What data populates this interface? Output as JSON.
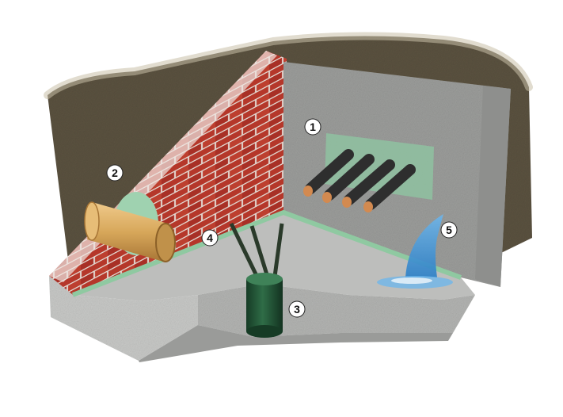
{
  "callouts": [
    {
      "number": "1",
      "target": "cable-penetration-seal"
    },
    {
      "number": "2",
      "target": "pipe-penetration-seal"
    },
    {
      "number": "3",
      "target": "floor-cable-gland"
    },
    {
      "number": "4",
      "target": "wall-floor-joint-seal"
    },
    {
      "number": "5",
      "target": "water-leak"
    }
  ],
  "colors": {
    "soil": "#5b5240",
    "brick": "#b5372a",
    "mortar": "#e7ddd6",
    "concrete": "#a9aaa8",
    "concrete_dark": "#8e8f8d",
    "floor": "#bdbebc",
    "seal_green": "#8fc9a1",
    "pipe": "#d7a75a",
    "cable": "#2e2e2e",
    "copper": "#d38a50",
    "gland": "#1f4d31",
    "water": "#3f93d6"
  }
}
